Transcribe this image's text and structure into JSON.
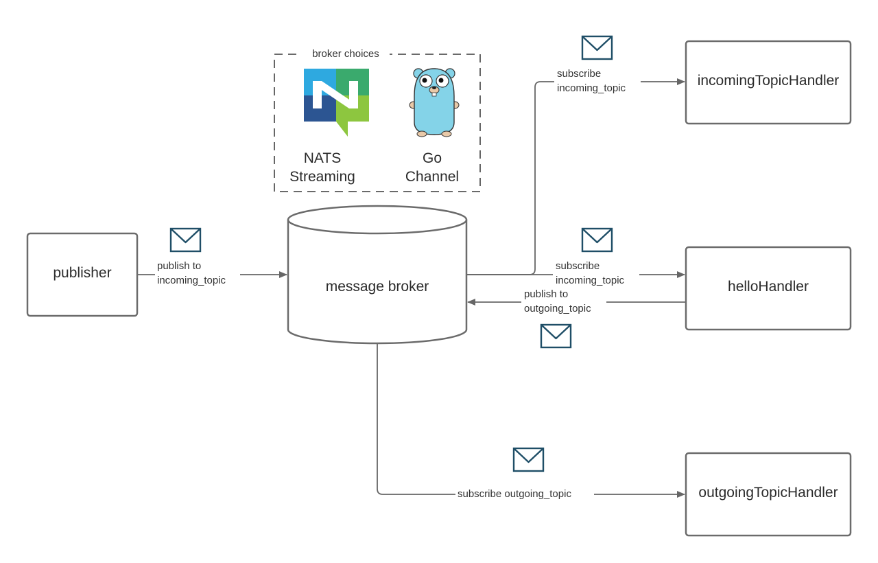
{
  "colors": {
    "envelope": "#1f4e67",
    "line": "#666666",
    "box_border": "#6b6b6b",
    "nats_dark_blue": "#2c5592",
    "nats_light_blue": "#2ea9e0",
    "nats_green": "#3aaa6d",
    "nats_lime": "#8dc63f",
    "gopher_blue": "#84d3e8"
  },
  "nodes": {
    "publisher": "publisher",
    "broker": "message broker",
    "incoming_handler": "incomingTopicHandler",
    "hello_handler": "helloHandler",
    "outgoing_handler": "outgoingTopicHandler"
  },
  "broker_choices": {
    "title": "broker choices",
    "nats": {
      "line1": "NATS",
      "line2": "Streaming",
      "icon": "nats-logo-icon"
    },
    "go": {
      "line1": "Go",
      "line2": "Channel",
      "icon": "gopher-icon"
    }
  },
  "edges": {
    "publish_incoming": {
      "line1": "publish  to",
      "line2": "incoming_topic"
    },
    "subscribe_incoming_top": {
      "line1": "subscribe",
      "line2": "incoming_topic"
    },
    "subscribe_incoming_hello": {
      "line1": "subscribe",
      "line2": "incoming_topic"
    },
    "publish_outgoing": {
      "line1": "publish to",
      "line2": "outgoing_topic"
    },
    "subscribe_outgoing": {
      "line1": "subscribe outgoing_topic"
    }
  }
}
